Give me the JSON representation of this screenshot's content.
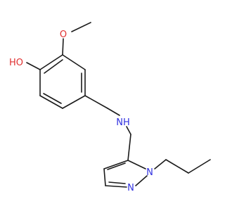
{
  "atoms": {
    "methoxy_o": {
      "text": "O",
      "color": "#e03030"
    },
    "hydroxy": {
      "text": "HO",
      "color": "#e03030"
    },
    "amine": {
      "text": "NH",
      "color": "#3030e0"
    },
    "pyrazole_n1": {
      "text": "N",
      "color": "#3030e0"
    },
    "pyrazole_n2": {
      "text": "N",
      "color": "#3030e0"
    }
  },
  "bond_color": "#1a1a1a"
}
